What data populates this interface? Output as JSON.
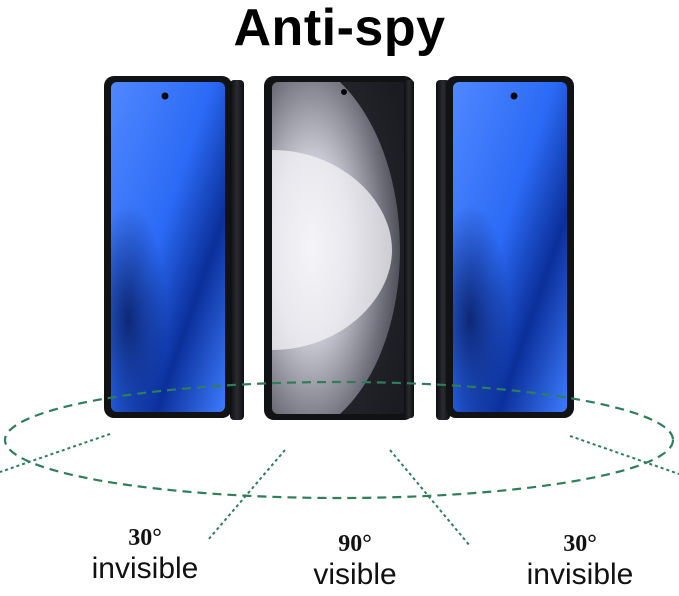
{
  "title": "Anti-spy",
  "phones": [
    {
      "screen": "privacy-blue"
    },
    {
      "screen": "wallpaper-visible"
    },
    {
      "screen": "privacy-blue"
    }
  ],
  "angles": [
    {
      "degree": "30°",
      "state": "invisible"
    },
    {
      "degree": "90°",
      "state": "visible"
    },
    {
      "degree": "30°",
      "state": "invisible"
    }
  ],
  "colors": {
    "privacy_blue": "#2f6cff",
    "arc_green": "#2e7d5b",
    "frame": "#1c1d20"
  }
}
